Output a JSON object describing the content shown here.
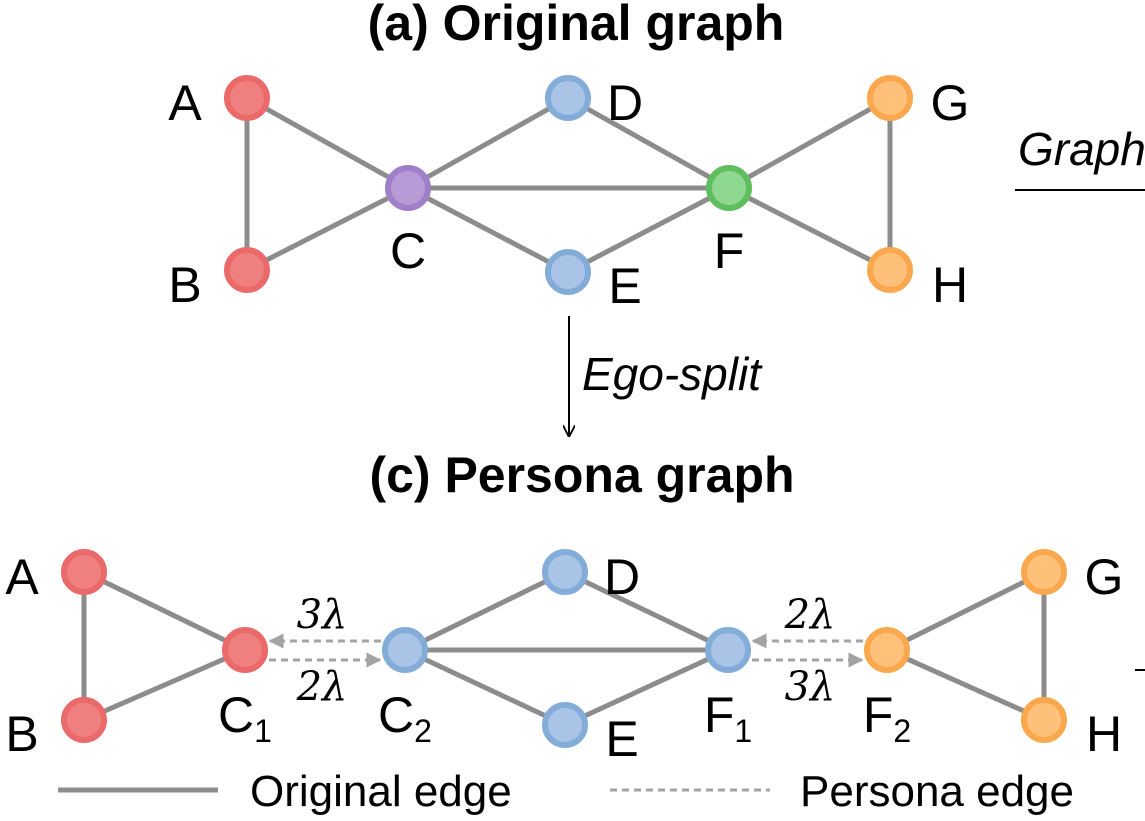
{
  "titles": {
    "top": "(a) Original graph",
    "bottom": "(c) Persona graph",
    "right_cut": "Graph"
  },
  "arrow_label": "Ego-split",
  "colors": {
    "red": "#f08080",
    "red_stroke": "#ea6a6a",
    "blue": "#a9c4e6",
    "blue_stroke": "#84acd9",
    "purple": "#b69bd6",
    "purple_stroke": "#9f7fc8",
    "green": "#8fd88f",
    "green_stroke": "#5fbf5f",
    "orange": "#ffc07a",
    "orange_stroke": "#f9a84d",
    "edge": "#8c8c8c"
  },
  "original": {
    "nodes": {
      "A": {
        "label": "A"
      },
      "B": {
        "label": "B"
      },
      "C": {
        "label": "C"
      },
      "D": {
        "label": "D"
      },
      "E": {
        "label": "E"
      },
      "F": {
        "label": "F"
      },
      "G": {
        "label": "G"
      },
      "H": {
        "label": "H"
      }
    },
    "edges": [
      [
        "A",
        "B"
      ],
      [
        "A",
        "C"
      ],
      [
        "B",
        "C"
      ],
      [
        "C",
        "D"
      ],
      [
        "C",
        "E"
      ],
      [
        "C",
        "F"
      ],
      [
        "D",
        "F"
      ],
      [
        "E",
        "F"
      ],
      [
        "F",
        "G"
      ],
      [
        "F",
        "H"
      ],
      [
        "G",
        "H"
      ]
    ]
  },
  "persona": {
    "nodes": {
      "A": {
        "label": "A"
      },
      "B": {
        "label": "B"
      },
      "C1": {
        "label": "C",
        "sub": "1"
      },
      "C2": {
        "label": "C",
        "sub": "2"
      },
      "D": {
        "label": "D"
      },
      "E": {
        "label": "E"
      },
      "F1": {
        "label": "F",
        "sub": "1"
      },
      "F2": {
        "label": "F",
        "sub": "2"
      },
      "G": {
        "label": "G"
      },
      "H": {
        "label": "H"
      }
    },
    "edges": [
      [
        "A",
        "B"
      ],
      [
        "A",
        "C1"
      ],
      [
        "B",
        "C1"
      ],
      [
        "C2",
        "D"
      ],
      [
        "C2",
        "E"
      ],
      [
        "C2",
        "F1"
      ],
      [
        "D",
        "F1"
      ],
      [
        "E",
        "F1"
      ],
      [
        "F2",
        "G"
      ],
      [
        "F2",
        "H"
      ],
      [
        "G",
        "H"
      ]
    ],
    "persona_edges": [
      {
        "from": "C2",
        "to": "C1",
        "label": "3λ"
      },
      {
        "from": "C1",
        "to": "C2",
        "label": "2λ"
      },
      {
        "from": "F1",
        "to": "F2",
        "label": "3λ"
      },
      {
        "from": "F2",
        "to": "F1",
        "label": "2λ"
      }
    ]
  },
  "legend": {
    "original": "Original edge",
    "persona": "Persona edge"
  }
}
